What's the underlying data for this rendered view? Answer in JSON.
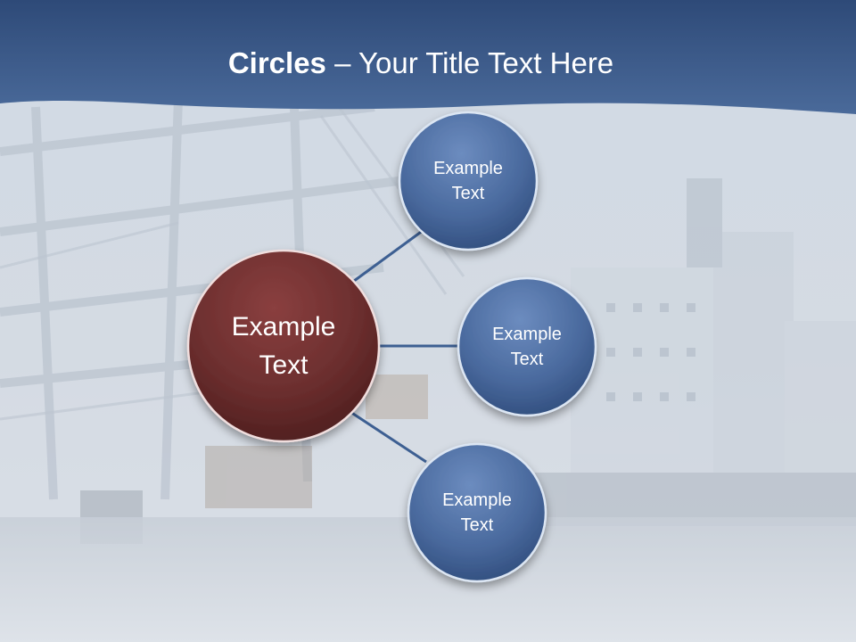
{
  "slide": {
    "title_bold": "Circles",
    "title_rest": " – Your Title Text Here"
  },
  "diagram": {
    "center": {
      "line1": "Example",
      "line2": "Text",
      "color": "#6b2e2e"
    },
    "satellites": [
      {
        "line1": "Example",
        "line2": "Text"
      },
      {
        "line1": "Example",
        "line2": "Text"
      },
      {
        "line1": "Example",
        "line2": "Text"
      }
    ],
    "satellite_color": "#4a6a9e",
    "connector_color": "#3d5f92"
  },
  "colors": {
    "header": "#3a5a8c",
    "background": "#d9dee6"
  }
}
